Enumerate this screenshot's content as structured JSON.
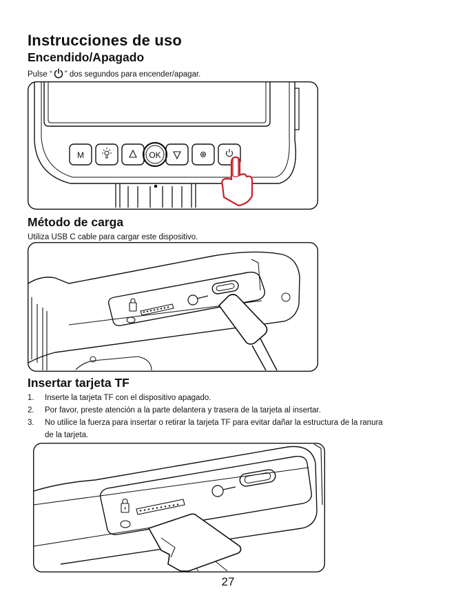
{
  "title": "Instrucciones de uso",
  "power": {
    "heading": "Encendido/Apagado",
    "text_before": "Pulse “",
    "text_after": "” dos segundos para encender/apagar.",
    "icon": "power-icon",
    "buttons": [
      "M",
      "brightness-icon",
      "up-icon",
      "OK",
      "down-icon",
      "settings-icon",
      "power-icon"
    ]
  },
  "charge": {
    "heading": "Método de carga",
    "text": "Utiliza USB C cable para cargar este dispositivo."
  },
  "tf": {
    "heading": "Insertar tarjeta TF",
    "items": [
      {
        "num": "1.",
        "text": "Inserte la tarjeta TF con el dispositivo apagado."
      },
      {
        "num": "2.",
        "text": "Por favor, preste atención a la parte delantera y trasera de la tarjeta al insertar."
      },
      {
        "num": "3.",
        "text": "No utilice la fuerza para insertar o retirar la tarjeta TF para evitar dañar la estructura de la ranura",
        "cont": "de la tarjeta."
      }
    ]
  },
  "page_number": "27",
  "colors": {
    "accent": "#c8202a",
    "line": "#111111"
  }
}
